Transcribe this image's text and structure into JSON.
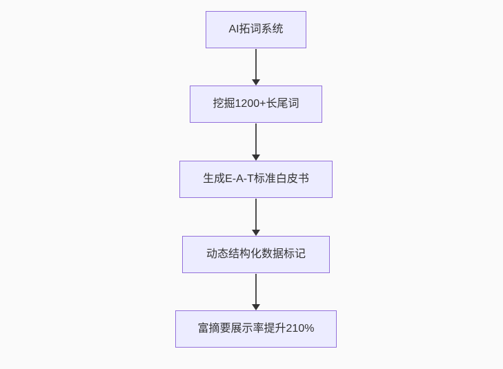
{
  "diagram": {
    "type": "flowchart",
    "direction": "top-down",
    "colors": {
      "background": "#fafafa",
      "node_fill": "#ececff",
      "node_border": "#9370db",
      "text_color": "#333333",
      "arrow_color": "#333333"
    },
    "nodes": [
      {
        "label": "AI拓词系统"
      },
      {
        "label": "挖掘1200+长尾词"
      },
      {
        "label": "生成E-A-T标准白皮书"
      },
      {
        "label": "动态结构化数据标记"
      },
      {
        "label": "富摘要展示率提升210%"
      }
    ],
    "edges": [
      {
        "from": "AI拓词系统",
        "to": "挖掘1200+长尾词"
      },
      {
        "from": "挖掘1200+长尾词",
        "to": "生成E-A-T标准白皮书"
      },
      {
        "from": "生成E-A-T标准白皮书",
        "to": "动态结构化数据标记"
      },
      {
        "from": "动态结构化数据标记",
        "to": "富摘要展示率提升210%"
      }
    ]
  }
}
